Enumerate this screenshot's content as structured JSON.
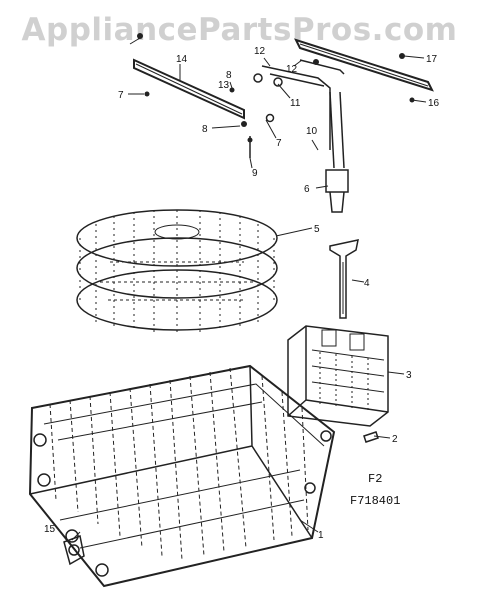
{
  "watermark": "AppliancePartsPros.com",
  "figure": {
    "code": "F2",
    "number": "F718401"
  },
  "callouts": [
    {
      "id": "c1",
      "label": "1"
    },
    {
      "id": "c2",
      "label": "2"
    },
    {
      "id": "c3",
      "label": "3"
    },
    {
      "id": "c4",
      "label": "4"
    },
    {
      "id": "c5",
      "label": "5"
    },
    {
      "id": "c6",
      "label": "6"
    },
    {
      "id": "c7a",
      "label": "7"
    },
    {
      "id": "c7b",
      "label": "7"
    },
    {
      "id": "c8a",
      "label": "8"
    },
    {
      "id": "c8b",
      "label": "8"
    },
    {
      "id": "c9",
      "label": "9"
    },
    {
      "id": "c10",
      "label": "10"
    },
    {
      "id": "c11",
      "label": "11"
    },
    {
      "id": "c12a",
      "label": "12"
    },
    {
      "id": "c12b",
      "label": "12"
    },
    {
      "id": "c13",
      "label": "13"
    },
    {
      "id": "c14",
      "label": "14"
    },
    {
      "id": "c15",
      "label": "15"
    },
    {
      "id": "c16",
      "label": "16"
    },
    {
      "id": "c17",
      "label": "17"
    }
  ],
  "colors": {
    "ink": "#222222",
    "watermark": "#aaaaaa",
    "background": "#ffffff"
  }
}
